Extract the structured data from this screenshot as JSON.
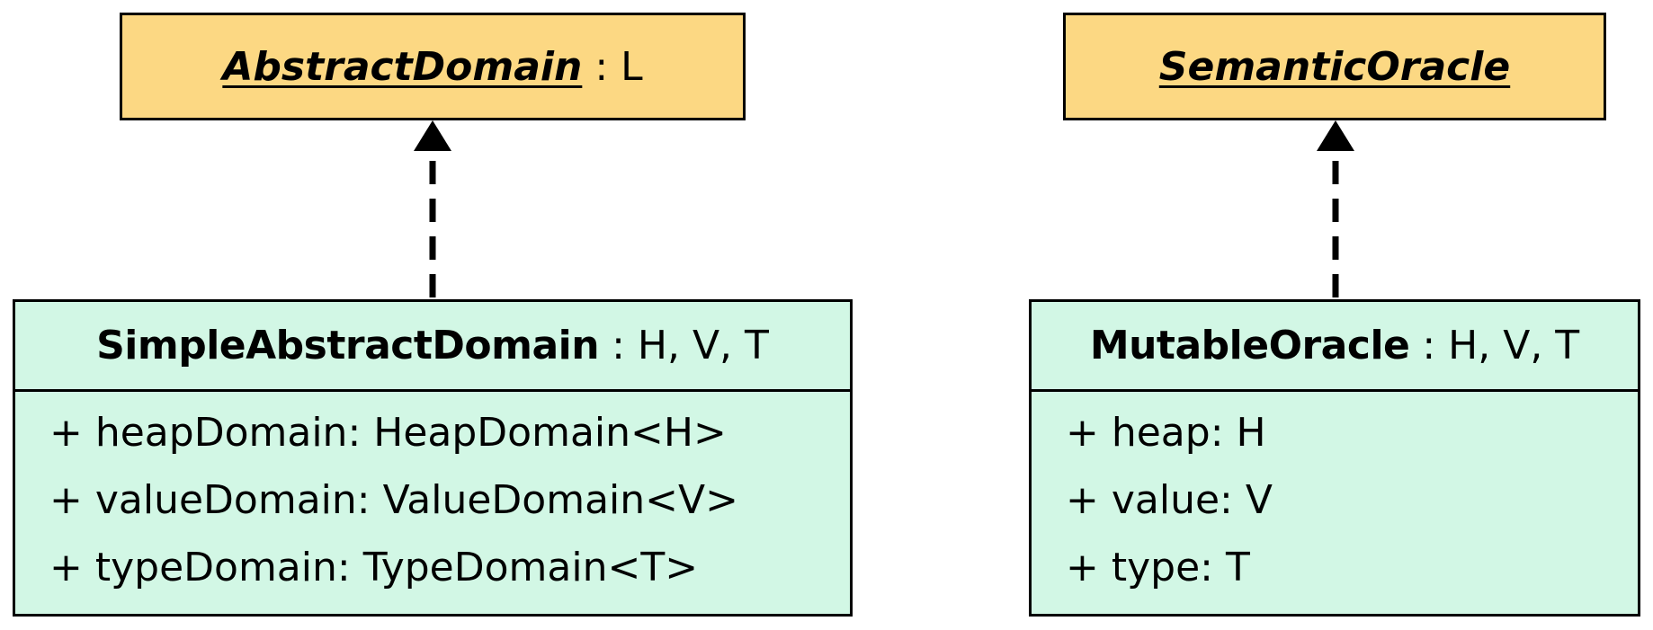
{
  "interfaces": [
    {
      "name": "AbstractDomain",
      "separator": " : ",
      "params": "L"
    },
    {
      "name": "SemanticOracle",
      "separator": "",
      "params": ""
    }
  ],
  "classes": [
    {
      "name": "SimpleAbstractDomain",
      "separator": " : ",
      "params": "H, V, T",
      "attributes": [
        "+ heapDomain: HeapDomain<H>",
        "+ valueDomain: ValueDomain<V>",
        "+ typeDomain: TypeDomain<T>"
      ]
    },
    {
      "name": "MutableOracle",
      "separator": " : ",
      "params": "H, V, T",
      "attributes": [
        "+ heap: H",
        "+ value: V",
        "+ type: T"
      ]
    }
  ],
  "colors": {
    "interface_fill": "#fcd883",
    "class_fill": "#d2f7e5",
    "stroke": "#000000"
  },
  "relations": [
    {
      "type": "realization",
      "from": "SimpleAbstractDomain",
      "to": "AbstractDomain"
    },
    {
      "type": "realization",
      "from": "MutableOracle",
      "to": "SemanticOracle"
    }
  ]
}
